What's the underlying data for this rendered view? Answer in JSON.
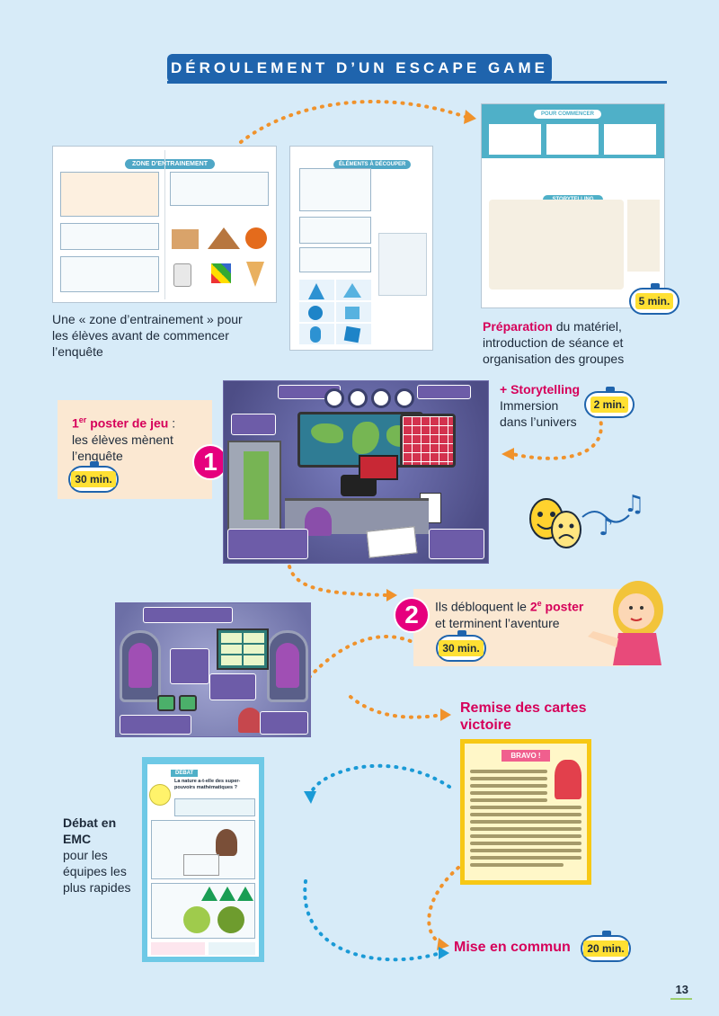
{
  "header": {
    "title": "DÉROULEMENT D’UN ESCAPE GAME"
  },
  "thumbs": {
    "zone_title": "ZONE D’ENTRAINEMENT",
    "elements_title": "ÉLÉMENTS À DÉCOUPER",
    "commencer_title": "POUR COMMENCER",
    "storytelling_title": "STORYTELLING",
    "debat_label": "DÉBAT",
    "debat_heading": "La nature a-t-elle des super-pouvoirs mathématiques ?",
    "bravo_label": "BRAVO !"
  },
  "captions": {
    "zone": "Une « zone d’entrainement » pour les élèves avant de commencer l’enquête",
    "prep_bold": "Préparation",
    "prep_rest": " du matériel, introduction de séance et organisation des groupes",
    "story_bold": "+ Storytelling",
    "story_rest": "Immersion dans l’univers",
    "poster1_pre": "1",
    "poster1_sup": "er",
    "poster1_bold": " poster de jeu",
    "poster1_colon": " :",
    "poster1_rest": "les élèves mènent l’enquête",
    "poster2_pre": "Ils débloquent le ",
    "poster2_num": "2",
    "poster2_sup": "e",
    "poster2_bold": " poster",
    "poster2_rest": "et terminent l’aventure",
    "remise": "Remise des cartes victoire",
    "debat_bold": "Débat en EMC",
    "debat_rest": "pour les équipes les plus rapides",
    "mise": "Mise en commun"
  },
  "timers": {
    "prep": "5 min.",
    "story": "2 min.",
    "poster1": "30 min.",
    "poster2": "30 min.",
    "mise": "20 min."
  },
  "badges": {
    "one": "1",
    "two": "2"
  },
  "page": {
    "number": "13"
  },
  "colors": {
    "brand_blue": "#1f64ad",
    "accent_pink": "#d6005a",
    "timer_yellow": "#ffe033",
    "dots_orange": "#f0922b",
    "dots_blue": "#1a9ad6"
  }
}
